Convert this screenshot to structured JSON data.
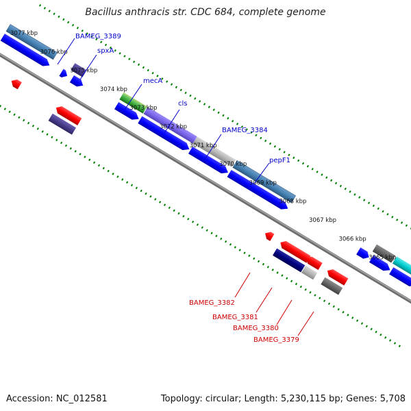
{
  "title": "Bacillus anthracis str. CDC 684, complete genome",
  "footer": {
    "accession": "Accession: NC_012581",
    "summary": "Topology: circular; Length: 5,230,115 bp; Genes: 5,708"
  },
  "ticks": [
    {
      "label": "3077 kbp"
    },
    {
      "label": "3076 kbp"
    },
    {
      "label": "3075 kbp"
    },
    {
      "label": "3074 kbp"
    },
    {
      "label": "3073 kbp"
    },
    {
      "label": "3072 kbp"
    },
    {
      "label": "3071 kbp"
    },
    {
      "label": "3070 kbp"
    },
    {
      "label": "3069 kbp"
    },
    {
      "label": "3068 kbp"
    },
    {
      "label": "3067 kbp"
    },
    {
      "label": "3066 kbp"
    },
    {
      "label": "3065 kbp"
    }
  ],
  "forward_genes": [
    {
      "label": "BAMEG_3389"
    },
    {
      "label": "spxA"
    },
    {
      "label": "mecA"
    },
    {
      "label": "cls"
    },
    {
      "label": "BAMEG_3384"
    },
    {
      "label": "pepF1"
    }
  ],
  "reverse_genes": [
    {
      "label": "BAMEG_3382"
    },
    {
      "label": "BAMEG_3381"
    },
    {
      "label": "BAMEG_3380"
    },
    {
      "label": "BAMEG_3379"
    }
  ],
  "colors": {
    "forward_label": "#0000cc",
    "reverse_label": "#cc0000",
    "cds_forward": "#0000ff",
    "cds_reverse": "#ff0000",
    "gene_steelblue": "#4682b4",
    "gene_slate": "#483d8b",
    "gene_purple": "#7b68ee",
    "gene_gray": "#a9a9a9",
    "gene_dark": "#555555",
    "gene_cyan": "#00ced1",
    "gene_navy": "#000080",
    "gene_green": "#33aa33",
    "backbone": "#808080",
    "tick_green": "#008000"
  }
}
